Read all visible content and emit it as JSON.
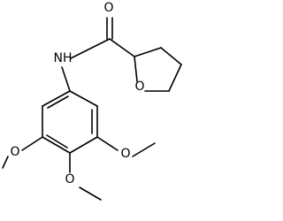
{
  "structure": {
    "atoms": {
      "carbonyl_oxygen": "O",
      "amide_nitrogen": "NH",
      "ring_oxygen": "O",
      "methoxy_left_oxygen": "O",
      "methoxy_right_oxygen": "O",
      "methoxy_bottom_oxygen": "O"
    }
  }
}
